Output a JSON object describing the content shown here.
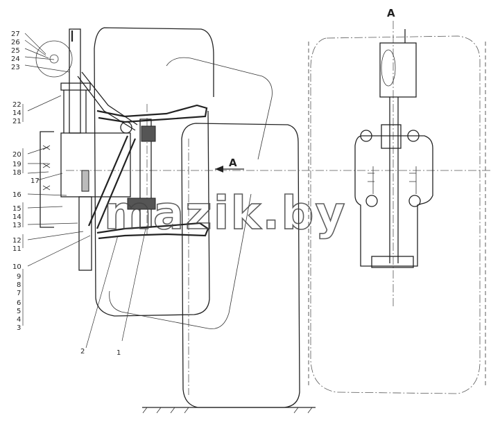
{
  "view_markers": {
    "top_right": "A",
    "arrow_label": "A"
  },
  "watermark": "mazik.by",
  "part_numbers": {
    "left_column": [
      "27",
      "26",
      "25",
      "24",
      "23",
      "22",
      "14",
      "21",
      "20",
      "19",
      "18",
      "17",
      "16",
      "15",
      "14",
      "13",
      "12",
      "11",
      "10",
      "9",
      "8",
      "7",
      "6",
      "5",
      "4",
      "3"
    ],
    "bottom": [
      "2",
      "1"
    ]
  }
}
